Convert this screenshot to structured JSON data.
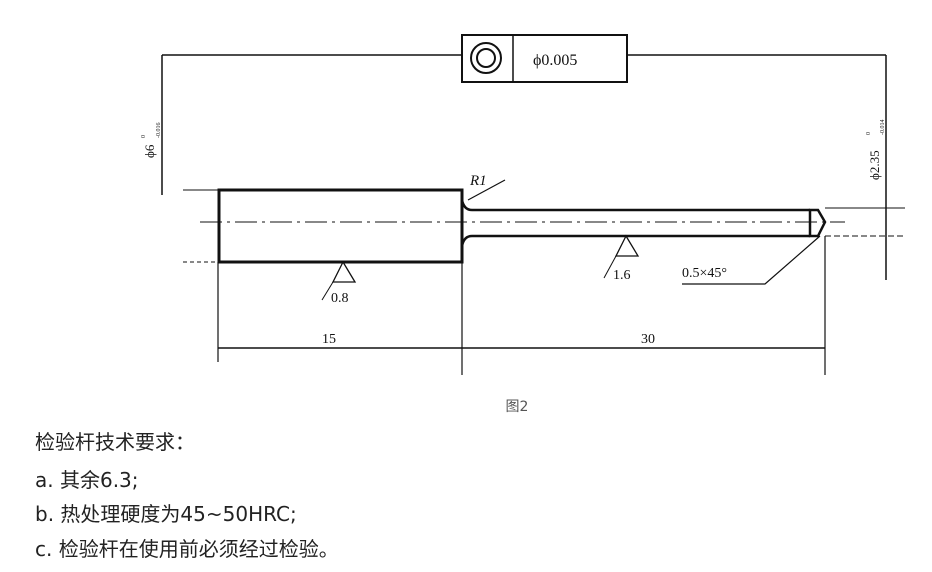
{
  "figure": {
    "tolerance_frame": {
      "symbol": "concentricity-symbol",
      "value": "ϕ0.005"
    },
    "dim_left_diameter": {
      "base": "ϕ6",
      "upper": "0",
      "lower": "-0.016"
    },
    "dim_right_diameter": {
      "base": "ϕ2.35",
      "upper": "0",
      "lower": "-0.014"
    },
    "radius": "R1",
    "roughness_left": "0.8",
    "roughness_right": "1.6",
    "chamfer": "0.5×45°",
    "length_left": "15",
    "length_right": "30",
    "caption": "图2"
  },
  "requirements": {
    "title": "检验杆技术要求：",
    "items": [
      "a. 其余6.3;",
      "b. 热处理硬度为45~50HRC;",
      "c. 检验杆在使用前必须经过检验。"
    ]
  }
}
